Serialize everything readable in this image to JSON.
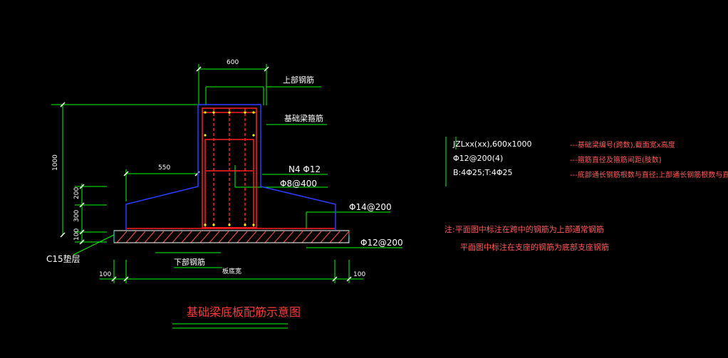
{
  "drawing": {
    "title": "基础梁底板配筋示意图",
    "labels": {
      "top_rebar": "上部钢筋",
      "stirrup": "基础梁箍筋",
      "n4": "N4 Φ12",
      "phi8": "Φ8@400",
      "phi14": "Φ14@200",
      "phi12": "Φ12@200",
      "bottom_rebar": "下部钢筋",
      "cushion": "C15垫层"
    },
    "dimensions": {
      "width_top": "600",
      "height_total": "1000",
      "overhang": "550",
      "h200": "200",
      "h300": "300",
      "h100": "100",
      "base_width": "板底宽",
      "left_100": "100",
      "right_100": "100"
    }
  },
  "legend": {
    "rows": [
      {
        "code": "JZLxx(xx),600x1000",
        "desc": "---基础梁编号(跨数),截面宽x高度"
      },
      {
        "code": "Φ12@200(4)",
        "desc": "---箍筋直径及箍筋间距(肢数)"
      },
      {
        "code": "B:4Φ25;T:4Φ25",
        "desc": "---底部通长钢筋根数与直径;上部通长钢筋根数与直径"
      }
    ]
  },
  "notes": {
    "line1": "注:平面图中标注在跨中的钢筋为上部通常钢筋",
    "line2": "平面图中标注在支座的钢筋为底部支座钢筋"
  },
  "colors": {
    "dimension": "#00ff00",
    "concrete_outline": "#2a3cff",
    "rebar": "#ff2020",
    "hatch": "#ff5050",
    "cyan": "#00ffff",
    "white": "#ffffff"
  }
}
